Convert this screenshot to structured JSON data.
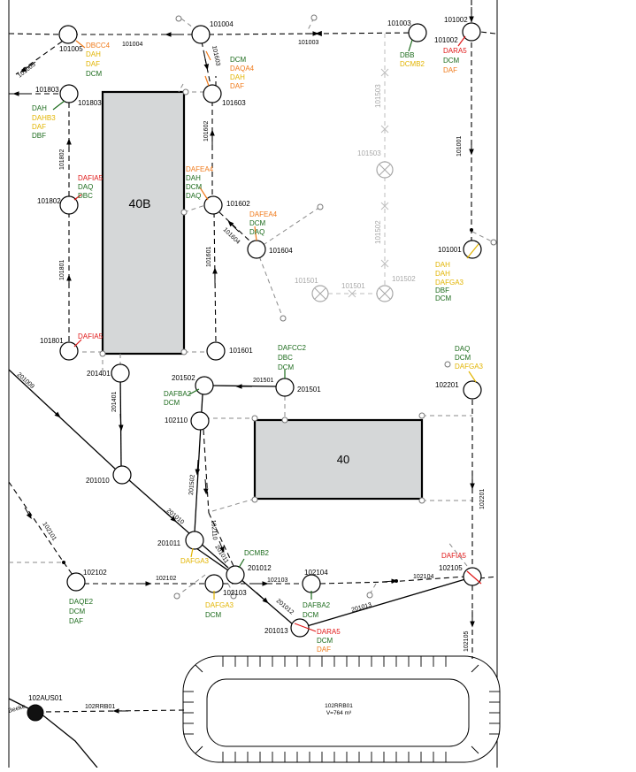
{
  "colors": {
    "green": "#1c6b1c",
    "orange": "#f07a1a",
    "yellow": "#e2b400",
    "red": "#e01818",
    "gray": "#a8a8a8",
    "building": "#d5d7d8"
  },
  "buildings": [
    {
      "id": "b40b",
      "label": "40B"
    },
    {
      "id": "b40",
      "label": "40"
    }
  ],
  "manholes": [
    {
      "id": "m101004",
      "label": "101004"
    },
    {
      "id": "m101005",
      "label": "101005"
    },
    {
      "id": "m101003",
      "label": "101003"
    },
    {
      "id": "m101002",
      "label": "101002"
    },
    {
      "id": "m101803",
      "label": "101803"
    },
    {
      "id": "m101603",
      "label": "101603"
    },
    {
      "id": "m101802",
      "label": "101802"
    },
    {
      "id": "m101602",
      "label": "101602"
    },
    {
      "id": "m101604",
      "label": "101604"
    },
    {
      "id": "m101001",
      "label": "101001"
    },
    {
      "id": "m101801",
      "label": "101801"
    },
    {
      "id": "m101601",
      "label": "101601"
    },
    {
      "id": "m201401",
      "label": "201401"
    },
    {
      "id": "m201502",
      "label": "201502"
    },
    {
      "id": "m201501",
      "label": "201501"
    },
    {
      "id": "m102201",
      "label": "102201"
    },
    {
      "id": "m102110",
      "label": "102110"
    },
    {
      "id": "m201010",
      "label": "201010"
    },
    {
      "id": "m201011",
      "label": "201011"
    },
    {
      "id": "m201012",
      "label": "201012"
    },
    {
      "id": "m102102",
      "label": "102102"
    },
    {
      "id": "m102103",
      "label": "102103"
    },
    {
      "id": "m102104",
      "label": "102104"
    },
    {
      "id": "m102105",
      "label": "102105"
    },
    {
      "id": "m201013",
      "label": "201013"
    }
  ],
  "pipe_labels": [
    "101004",
    "101003",
    "101005",
    "101603",
    "101602",
    "101001",
    "101802",
    "101604",
    "101601",
    "101801",
    "201009",
    "201401",
    "201501",
    "201502",
    "201010",
    "102110",
    "201011",
    "102101",
    "102102",
    "102103",
    "102104",
    "201012",
    "201013",
    "102201",
    "102105",
    "102RRB01"
  ],
  "abandoned_labels": [
    "101503",
    "101503",
    "101502",
    "101502",
    "101501",
    "101501"
  ],
  "codes": [
    {
      "text": "DBCC4",
      "color": "#f07a1a"
    },
    {
      "text": "DAH",
      "color": "#e2b400"
    },
    {
      "text": "DAF",
      "color": "#e2b400"
    },
    {
      "text": "DCM",
      "color": "#1c6b1c"
    },
    {
      "text": "DCM",
      "color": "#1c6b1c"
    },
    {
      "text": "DAQA4",
      "color": "#f07a1a"
    },
    {
      "text": "DAH",
      "color": "#e2b400"
    },
    {
      "text": "DAF",
      "color": "#f07a1a"
    },
    {
      "text": "DBB",
      "color": "#1c6b1c"
    },
    {
      "text": "DCMB2",
      "color": "#e2b400"
    },
    {
      "text": "DARA5",
      "color": "#e01818"
    },
    {
      "text": "DCM",
      "color": "#1c6b1c"
    },
    {
      "text": "DAF",
      "color": "#f07a1a"
    },
    {
      "text": "DAH",
      "color": "#1c6b1c"
    },
    {
      "text": "DAHB3",
      "color": "#e2b400"
    },
    {
      "text": "DAF",
      "color": "#e2b400"
    },
    {
      "text": "DBF",
      "color": "#1c6b1c"
    },
    {
      "text": "DAFIA5",
      "color": "#e01818"
    },
    {
      "text": "DAQ",
      "color": "#1c6b1c"
    },
    {
      "text": "DBC",
      "color": "#1c6b1c"
    },
    {
      "text": "DAFEA4",
      "color": "#f07a1a"
    },
    {
      "text": "DAH",
      "color": "#1c6b1c"
    },
    {
      "text": "DCM",
      "color": "#1c6b1c"
    },
    {
      "text": "DAQ",
      "color": "#1c6b1c"
    },
    {
      "text": "DAFEA4",
      "color": "#f07a1a"
    },
    {
      "text": "DCM",
      "color": "#1c6b1c"
    },
    {
      "text": "DAQ",
      "color": "#1c6b1c"
    },
    {
      "text": "DAH",
      "color": "#e2b400"
    },
    {
      "text": "DAH",
      "color": "#e2b400"
    },
    {
      "text": "DAFGA3",
      "color": "#e2b400"
    },
    {
      "text": "DBF",
      "color": "#1c6b1c"
    },
    {
      "text": "DCM",
      "color": "#1c6b1c"
    },
    {
      "text": "DAFIA5",
      "color": "#e01818"
    },
    {
      "text": "DAFCC2",
      "color": "#1c6b1c"
    },
    {
      "text": "DBC",
      "color": "#1c6b1c"
    },
    {
      "text": "DCM",
      "color": "#1c6b1c"
    },
    {
      "text": "DAFBA2",
      "color": "#1c6b1c"
    },
    {
      "text": "DCM",
      "color": "#1c6b1c"
    },
    {
      "text": "DAQ",
      "color": "#1c6b1c"
    },
    {
      "text": "DCM",
      "color": "#1c6b1c"
    },
    {
      "text": "DAFGA3",
      "color": "#e2b400"
    },
    {
      "text": "DCMB2",
      "color": "#1c6b1c"
    },
    {
      "text": "DAFGA3",
      "color": "#e2b400"
    },
    {
      "text": "DAFIA5",
      "color": "#e01818"
    },
    {
      "text": "DAQE2",
      "color": "#1c6b1c"
    },
    {
      "text": "DCM",
      "color": "#1c6b1c"
    },
    {
      "text": "DAF",
      "color": "#1c6b1c"
    },
    {
      "text": "DAFGA3",
      "color": "#e2b400"
    },
    {
      "text": "DCM",
      "color": "#1c6b1c"
    },
    {
      "text": "DAFBA2",
      "color": "#1c6b1c"
    },
    {
      "text": "DCM",
      "color": "#1c6b1c"
    },
    {
      "text": "DARA5",
      "color": "#e01818"
    },
    {
      "text": "DCM",
      "color": "#1c6b1c"
    },
    {
      "text": "DAF",
      "color": "#f07a1a"
    }
  ],
  "outfall": {
    "label": "102AUS01",
    "side_label": "Beeke"
  },
  "basin": {
    "label": "102RRB01",
    "volume": "V=764 m³"
  }
}
